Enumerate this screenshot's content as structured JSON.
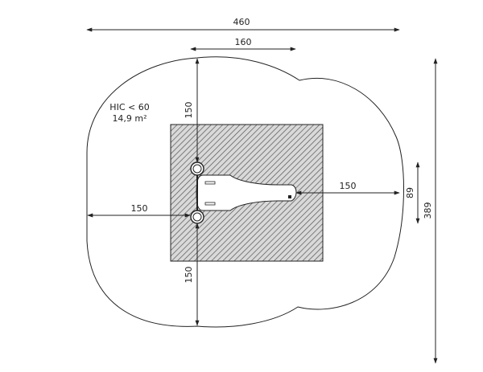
{
  "diagram": {
    "area_label": {
      "line1": "HIC < 60",
      "line2": "14,9 m²"
    },
    "dimensions": {
      "overall_width": "460",
      "equipment_span": "160",
      "clearance_top": "150",
      "clearance_bottom": "150",
      "clearance_left": "150",
      "clearance_right": "150",
      "equipment_depth": "89",
      "overall_depth": "389"
    },
    "colors": {
      "line": "#222222",
      "hatch": "#555555",
      "surface_fill": "#cccccc"
    }
  }
}
